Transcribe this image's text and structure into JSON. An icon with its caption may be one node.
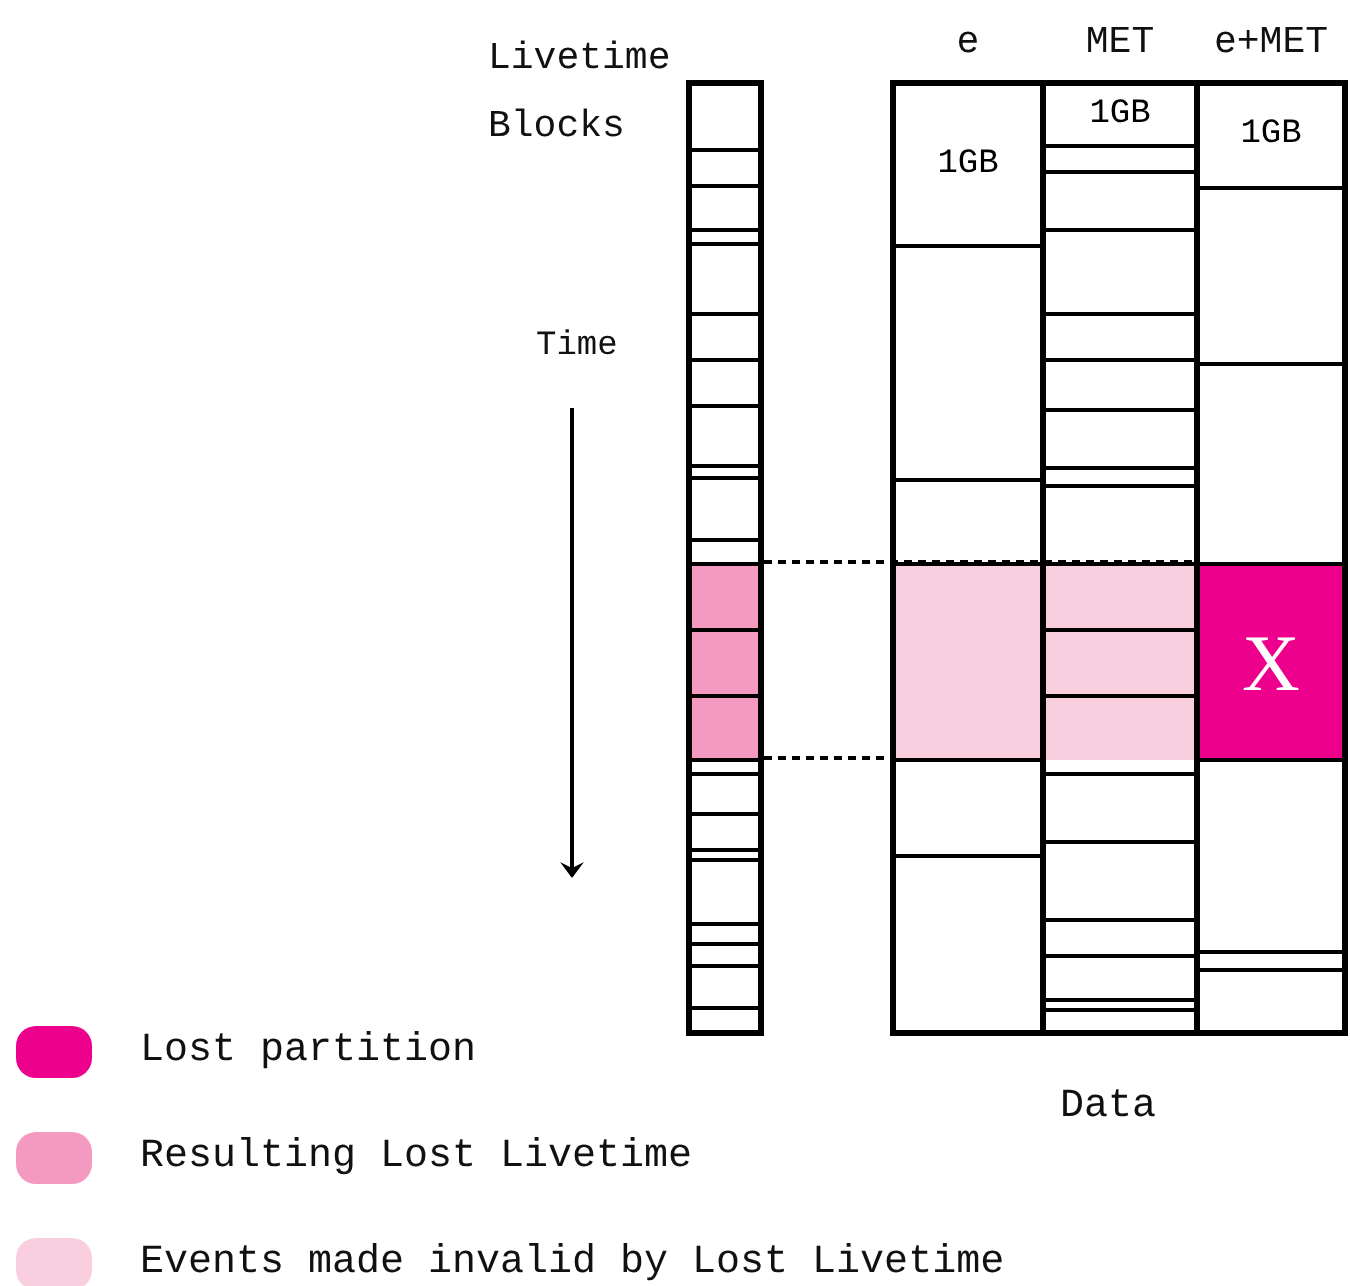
{
  "diagram": {
    "nodes": [
      {
        "text": [
          "Livetime Blocks"
        ]
      },
      {
        "text": [
          "e"
        ]
      },
      {
        "text": [
          "1GB"
        ],
        "in": 1
      },
      {
        "text": [
          "MET"
        ]
      },
      {
        "text": [
          "1GB"
        ],
        "in": 3
      },
      {
        "text": [
          "e+MET"
        ]
      },
      {
        "text": [
          "1GB"
        ],
        "in": 5
      },
      {
        "text": [
          "X"
        ],
        "in": 5
      },
      {
        "text": [],
        "shape": "box",
        "in": 0
      },
      {
        "text": [],
        "shape": "box",
        "in": 1
      },
      {
        "text": [],
        "shape": "box",
        "in": 3
      }
    ],
    "edges": [],
    "labels": [
      "Time",
      "Data"
    ],
    "legend": [
      {
        "text": "Lost partition",
        "color": "#ec008c"
      },
      {
        "text": "Resulting Lost Livetime",
        "color": "#f49ac1"
      },
      {
        "text": "Events made invalid by Lost Livetime",
        "color": "#f9cfe0"
      }
    ]
  }
}
